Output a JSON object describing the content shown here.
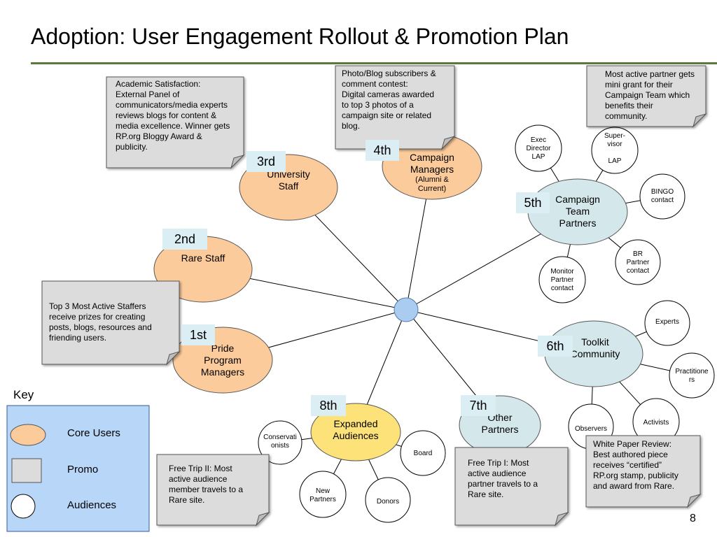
{
  "title": "Adoption: User Engagement Rollout & Promotion Plan",
  "colors": {
    "core_fill": "#fccb9b",
    "community_fill": "#d4e8ec",
    "expanded_fill": "#fde27a",
    "promo_fill": "#dcdcdc",
    "hub_fill": "#a9ccf0",
    "key_fill": "#b7d6f8",
    "title_rule": "#5a7a3c",
    "tag_fill": "#dbeef4"
  },
  "hub": {
    "label": ""
  },
  "nodes": {
    "university_staff": {
      "line1": "University",
      "line2": "Staff"
    },
    "campaign_managers": {
      "line1": "Campaign",
      "line2": "Managers",
      "sub": "(Alumni &\nCurrent)"
    },
    "rare_staff": {
      "label": "Rare Staff"
    },
    "pride_program_managers": {
      "label": "Pride\nProgram\nManagers"
    },
    "campaign_team_partners": {
      "label": "Campaign\nTeam\nPartners"
    },
    "toolkit_community": {
      "label": "Toolkit\nCommunity"
    },
    "other_partners": {
      "label": "Other\nPartners"
    },
    "expanded_audiences": {
      "label": "Expanded\nAudiences"
    }
  },
  "satellites": {
    "exec_director_lap": "Exec\nDirector\nLAP",
    "supervisor_lap": "Super-\nvisor\n\nLAP",
    "bingo_contact": "BINGO\ncontact",
    "br_partner_contact": "BR\nPartner\ncontact",
    "monitor_partner_contact": "Monitor\nPartner\ncontact",
    "experts": "Experts",
    "practitioners": "Practitione\nrs",
    "activists": "Activists",
    "observers": "Observers",
    "conservationists": "Conservati\nonists",
    "board": "Board",
    "new_partners": "New\nPartners",
    "donors": "Donors"
  },
  "tags": {
    "first": "1st",
    "second": "2nd",
    "third": "3rd",
    "fourth": "4th",
    "fifth": "5th",
    "sixth": "6th",
    "seventh": "7th",
    "eighth": "8th"
  },
  "notes": {
    "academic": "Academic Satisfaction:\nExternal Panel of\ncommunicators/media experts\nreviews blogs for content &\nmedia excellence. Winner gets\nRP.org Bloggy Award &\npublicity.",
    "photo_blog": "Photo/Blog subscribers &\ncomment contest:\nDigital cameras awarded\nto top 3 photos of a\ncampaign site or related\nblog.",
    "mini_grant": "Most active partner gets\nmini grant for their\nCampaign Team which\nbenefits their\ncommunity.",
    "top3": "Top 3 Most Active Staffers\nreceive prizes  for creating\nposts, blogs, resources and\nfriending users.",
    "white_paper": "White Paper Review:\nBest authored piece\nreceives “certified”\nRP.org stamp, publicity\nand award from Rare.",
    "free_trip_1": "Free Trip I: Most\nactive audience\npartner travels to a\nRare site.",
    "free_trip_2": "Free Trip II: Most\nactive audience\nmember  travels to a\nRare site."
  },
  "key": {
    "title": "Key",
    "items": [
      "Core Users",
      "Promo",
      "Audiences"
    ]
  },
  "page_number": "8"
}
